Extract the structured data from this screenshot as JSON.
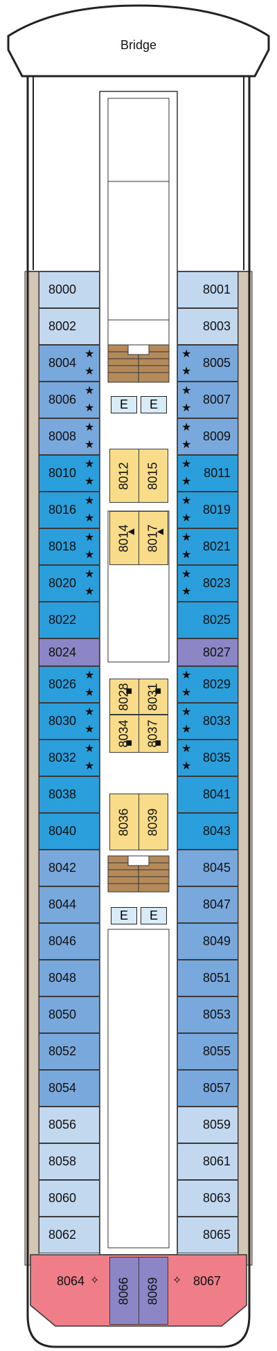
{
  "deck": {
    "bridge_label": "Bridge",
    "elevator_label": "E"
  },
  "colors": {
    "pale": "#c2d8ef",
    "mid": "#79a8dc",
    "bright": "#2a9fdc",
    "purple": "#8c86c6",
    "yellow": "#f8dc8a",
    "red": "#f07e88",
    "hull": "#d2c7b5"
  },
  "cabins": {
    "c8000": "8000",
    "c8001": "8001",
    "c8002": "8002",
    "c8003": "8003",
    "c8004": "8004",
    "c8005": "8005",
    "c8006": "8006",
    "c8007": "8007",
    "c8008": "8008",
    "c8009": "8009",
    "c8010": "8010",
    "c8011": "8011",
    "c8012": "8012",
    "c8014": "8014",
    "c8015": "8015",
    "c8016": "8016",
    "c8017": "8017",
    "c8018": "8018",
    "c8019": "8019",
    "c8020": "8020",
    "c8021": "8021",
    "c8022": "8022",
    "c8023": "8023",
    "c8024": "8024",
    "c8025": "8025",
    "c8026": "8026",
    "c8027": "8027",
    "c8028": "8028",
    "c8029": "8029",
    "c8030": "8030",
    "c8031": "8031",
    "c8032": "8032",
    "c8033": "8033",
    "c8034": "8034",
    "c8035": "8035",
    "c8036": "8036",
    "c8037": "8037",
    "c8038": "8038",
    "c8039": "8039",
    "c8040": "8040",
    "c8041": "8041",
    "c8042": "8042",
    "c8043": "8043",
    "c8044": "8044",
    "c8045": "8045",
    "c8046": "8046",
    "c8047": "8047",
    "c8048": "8048",
    "c8049": "8049",
    "c8050": "8050",
    "c8051": "8051",
    "c8052": "8052",
    "c8053": "8053",
    "c8054": "8054",
    "c8055": "8055",
    "c8056": "8056",
    "c8057": "8057",
    "c8058": "8058",
    "c8059": "8059",
    "c8060": "8060",
    "c8061": "8061",
    "c8062": "8062",
    "c8063": "8063",
    "c8064": "8064",
    "c8065": "8065",
    "c8066": "8066",
    "c8067": "8067",
    "c8069": "8069"
  }
}
